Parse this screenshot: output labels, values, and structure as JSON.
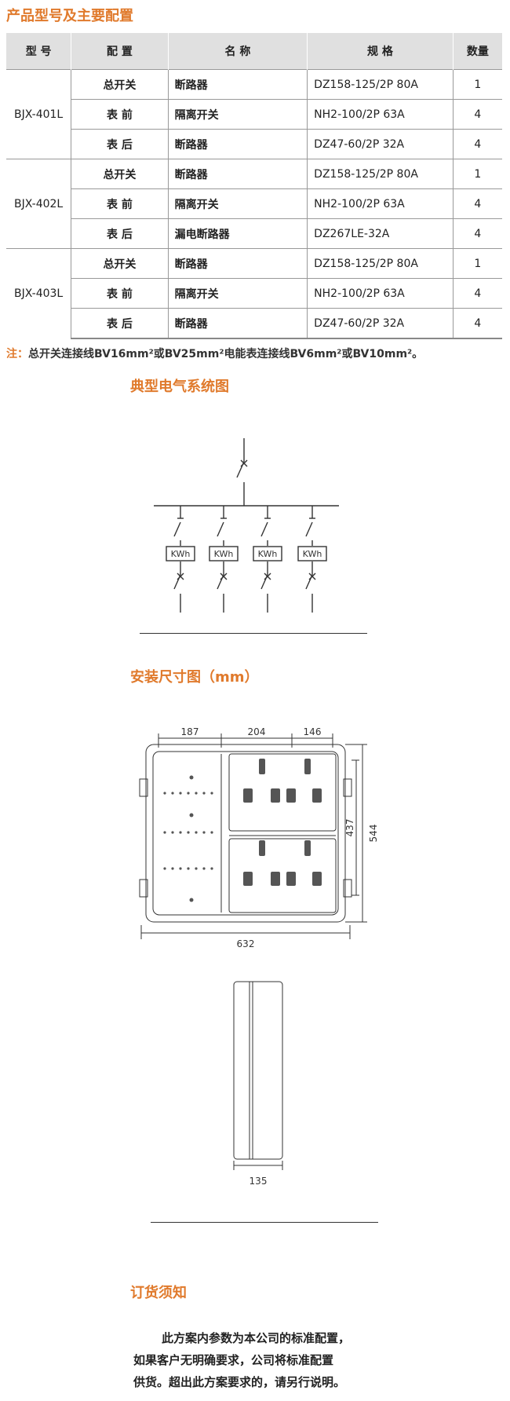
{
  "section1_title": "产品型号及主要配置",
  "table": {
    "headers": [
      "型  号",
      "配  置",
      "名  称",
      "规  格",
      "数量"
    ],
    "groups": [
      {
        "model": "BJX-401L",
        "rows": [
          {
            "config": "总开关",
            "name": "断路器",
            "spec": "DZ158-125/2P 80A",
            "qty": "1"
          },
          {
            "config": "表  前",
            "name": "隔离开关",
            "spec": "NH2-100/2P 63A",
            "qty": "4"
          },
          {
            "config": "表  后",
            "name": "断路器",
            "spec": "DZ47-60/2P 32A",
            "qty": "4"
          }
        ]
      },
      {
        "model": "BJX-402L",
        "rows": [
          {
            "config": "总开关",
            "name": "断路器",
            "spec": "DZ158-125/2P 80A",
            "qty": "1"
          },
          {
            "config": "表  前",
            "name": "隔离开关",
            "spec": "NH2-100/2P 63A",
            "qty": "4"
          },
          {
            "config": "表  后",
            "name": "漏电断路器",
            "spec": "DZ267LE-32A",
            "qty": "4"
          }
        ]
      },
      {
        "model": "BJX-403L",
        "rows": [
          {
            "config": "总开关",
            "name": "断路器",
            "spec": "DZ158-125/2P 80A",
            "qty": "1"
          },
          {
            "config": "表  前",
            "name": "隔离开关",
            "spec": "NH2-100/2P 63A",
            "qty": "4"
          },
          {
            "config": "表  后",
            "name": "断路器",
            "spec": "DZ47-60/2P 32A",
            "qty": "4"
          }
        ]
      }
    ]
  },
  "note": {
    "label": "注：",
    "text": "总开关连接线BV16mm²或BV25mm²电能表连接线BV6mm²或BV10mm²。"
  },
  "section2_title": "典型电气系统图",
  "meter_label": "KWh",
  "section3_title": "安装尺寸图（mm）",
  "dimensions": {
    "d1": "187",
    "d2": "204",
    "d3": "146",
    "height_inner": "437",
    "height_outer": "544",
    "width": "632",
    "depth": "135"
  },
  "section4_title": "订货须知",
  "order_lines": [
    "此方案内参数为本公司的标准配置，",
    "如果客户无明确要求，公司将标准配置",
    "供货。超出此方案要求的，请另行说明。"
  ]
}
